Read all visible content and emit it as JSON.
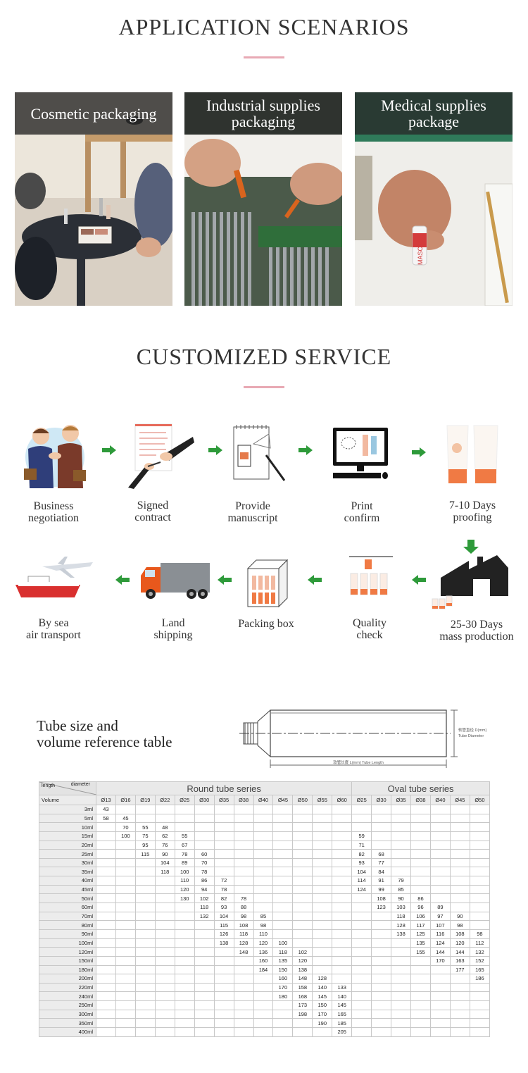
{
  "sections": {
    "applications_title": "APPLICATION SCENARIOS",
    "service_title": "CUSTOMIZED SERVICE"
  },
  "applications": [
    {
      "label": "Cosmetic packaging"
    },
    {
      "label": "Industrial supplies\npackaging"
    },
    {
      "label": "Medical supplies\npackage"
    }
  ],
  "service_steps": {
    "row1": [
      "Business\nnegotiation",
      "Signed\ncontract",
      "Provide\nmanuscript",
      "Print\nconfirm",
      "7-10 Days\nproofing"
    ],
    "row2": [
      "By sea\nair transport",
      "Land\nshipping",
      "Packing box",
      "Quality\ncheck",
      "25-30 Days\nmass production"
    ]
  },
  "product_text": {
    "tube_label": "MASC"
  },
  "tube_diagram": {
    "title_line1": "Tube size and",
    "title_line2": "volume reference table",
    "diameter_label_cn": "软管直径 D(mm)",
    "diameter_label_en": "Tube Diameter",
    "length_label": "软管长度 L(mm) Tube Length"
  },
  "size_table": {
    "corner_length": "length",
    "corner_diameter": "diameter",
    "corner_volume": "Volume",
    "round_series": "Round tube series",
    "oval_series": "Oval tube series",
    "round_diameters": [
      "Ø13",
      "Ø16",
      "Ø19",
      "Ø22",
      "Ø25",
      "Ø30",
      "Ø35",
      "Ø38",
      "Ø40",
      "Ø45",
      "Ø50",
      "Ø55",
      "Ø60"
    ],
    "oval_diameters": [
      "Ø25",
      "Ø30",
      "Ø35",
      "Ø38",
      "Ø40",
      "Ø45",
      "Ø50"
    ],
    "rows": [
      {
        "v": "3ml",
        "c": [
          "43",
          "",
          "",
          "",
          "",
          "",
          "",
          "",
          "",
          "",
          "",
          "",
          "",
          "",
          "",
          "",
          "",
          "",
          "",
          ""
        ]
      },
      {
        "v": "5ml",
        "c": [
          "58",
          "45",
          "",
          "",
          "",
          "",
          "",
          "",
          "",
          "",
          "",
          "",
          "",
          "",
          "",
          "",
          "",
          "",
          "",
          ""
        ]
      },
      {
        "v": "10ml",
        "c": [
          "",
          "70",
          "55",
          "48",
          "",
          "",
          "",
          "",
          "",
          "",
          "",
          "",
          "",
          "",
          "",
          "",
          "",
          "",
          "",
          ""
        ]
      },
      {
        "v": "15ml",
        "c": [
          "",
          "100",
          "75",
          "62",
          "55",
          "",
          "",
          "",
          "",
          "",
          "",
          "",
          "",
          "59",
          "",
          "",
          "",
          "",
          "",
          ""
        ]
      },
      {
        "v": "20ml",
        "c": [
          "",
          "",
          "95",
          "76",
          "67",
          "",
          "",
          "",
          "",
          "",
          "",
          "",
          "",
          "71",
          "",
          "",
          "",
          "",
          "",
          ""
        ]
      },
      {
        "v": "25ml",
        "c": [
          "",
          "",
          "115",
          "90",
          "78",
          "60",
          "",
          "",
          "",
          "",
          "",
          "",
          "",
          "82",
          "68",
          "",
          "",
          "",
          "",
          ""
        ]
      },
      {
        "v": "30ml",
        "c": [
          "",
          "",
          "",
          "104",
          "89",
          "70",
          "",
          "",
          "",
          "",
          "",
          "",
          "",
          "93",
          "77",
          "",
          "",
          "",
          "",
          ""
        ]
      },
      {
        "v": "35ml",
        "c": [
          "",
          "",
          "",
          "118",
          "100",
          "78",
          "",
          "",
          "",
          "",
          "",
          "",
          "",
          "104",
          "84",
          "",
          "",
          "",
          "",
          ""
        ]
      },
      {
        "v": "40ml",
        "c": [
          "",
          "",
          "",
          "",
          "110",
          "86",
          "72",
          "",
          "",
          "",
          "",
          "",
          "",
          "114",
          "91",
          "79",
          "",
          "",
          "",
          ""
        ]
      },
      {
        "v": "45ml",
        "c": [
          "",
          "",
          "",
          "",
          "120",
          "94",
          "78",
          "",
          "",
          "",
          "",
          "",
          "",
          "124",
          "99",
          "85",
          "",
          "",
          "",
          ""
        ]
      },
      {
        "v": "50ml",
        "c": [
          "",
          "",
          "",
          "",
          "130",
          "102",
          "82",
          "78",
          "",
          "",
          "",
          "",
          "",
          "",
          "108",
          "90",
          "86",
          "",
          "",
          ""
        ]
      },
      {
        "v": "60ml",
        "c": [
          "",
          "",
          "",
          "",
          "",
          "118",
          "93",
          "88",
          "",
          "",
          "",
          "",
          "",
          "",
          "123",
          "103",
          "96",
          "89",
          "",
          ""
        ]
      },
      {
        "v": "70ml",
        "c": [
          "",
          "",
          "",
          "",
          "",
          "132",
          "104",
          "98",
          "85",
          "",
          "",
          "",
          "",
          "",
          "",
          "118",
          "106",
          "97",
          "90",
          ""
        ]
      },
      {
        "v": "80ml",
        "c": [
          "",
          "",
          "",
          "",
          "",
          "",
          "115",
          "108",
          "98",
          "",
          "",
          "",
          "",
          "",
          "",
          "128",
          "117",
          "107",
          "98",
          ""
        ]
      },
      {
        "v": "90ml",
        "c": [
          "",
          "",
          "",
          "",
          "",
          "",
          "126",
          "118",
          "110",
          "",
          "",
          "",
          "",
          "",
          "",
          "138",
          "125",
          "116",
          "108",
          "98"
        ]
      },
      {
        "v": "100ml",
        "c": [
          "",
          "",
          "",
          "",
          "",
          "",
          "138",
          "128",
          "120",
          "100",
          "",
          "",
          "",
          "",
          "",
          "",
          "135",
          "124",
          "120",
          "112"
        ]
      },
      {
        "v": "120ml",
        "c": [
          "",
          "",
          "",
          "",
          "",
          "",
          "",
          "148",
          "136",
          "118",
          "102",
          "",
          "",
          "",
          "",
          "",
          "155",
          "144",
          "144",
          "132"
        ]
      },
      {
        "v": "150ml",
        "c": [
          "",
          "",
          "",
          "",
          "",
          "",
          "",
          "",
          "160",
          "135",
          "120",
          "",
          "",
          "",
          "",
          "",
          "",
          "170",
          "163",
          "152"
        ]
      },
      {
        "v": "180ml",
        "c": [
          "",
          "",
          "",
          "",
          "",
          "",
          "",
          "",
          "184",
          "150",
          "138",
          "",
          "",
          "",
          "",
          "",
          "",
          "",
          "177",
          "165"
        ]
      },
      {
        "v": "200ml",
        "c": [
          "",
          "",
          "",
          "",
          "",
          "",
          "",
          "",
          "",
          "160",
          "148",
          "128",
          "",
          "",
          "",
          "",
          "",
          "",
          "",
          "186"
        ]
      },
      {
        "v": "220ml",
        "c": [
          "",
          "",
          "",
          "",
          "",
          "",
          "",
          "",
          "",
          "170",
          "158",
          "140",
          "133",
          "",
          "",
          "",
          "",
          "",
          "",
          ""
        ]
      },
      {
        "v": "240ml",
        "c": [
          "",
          "",
          "",
          "",
          "",
          "",
          "",
          "",
          "",
          "180",
          "168",
          "145",
          "140",
          "",
          "",
          "",
          "",
          "",
          "",
          ""
        ]
      },
      {
        "v": "250ml",
        "c": [
          "",
          "",
          "",
          "",
          "",
          "",
          "",
          "",
          "",
          "",
          "173",
          "150",
          "145",
          "",
          "",
          "",
          "",
          "",
          "",
          ""
        ]
      },
      {
        "v": "300ml",
        "c": [
          "",
          "",
          "",
          "",
          "",
          "",
          "",
          "",
          "",
          "",
          "198",
          "170",
          "165",
          "",
          "",
          "",
          "",
          "",
          "",
          ""
        ]
      },
      {
        "v": "350ml",
        "c": [
          "",
          "",
          "",
          "",
          "",
          "",
          "",
          "",
          "",
          "",
          "",
          "190",
          "185",
          "",
          "",
          "",
          "",
          "",
          "",
          ""
        ]
      },
      {
        "v": "400ml",
        "c": [
          "",
          "",
          "",
          "",
          "",
          "",
          "",
          "",
          "",
          "",
          "",
          "",
          "205",
          "",
          "",
          "",
          "",
          "",
          "",
          ""
        ]
      }
    ]
  }
}
